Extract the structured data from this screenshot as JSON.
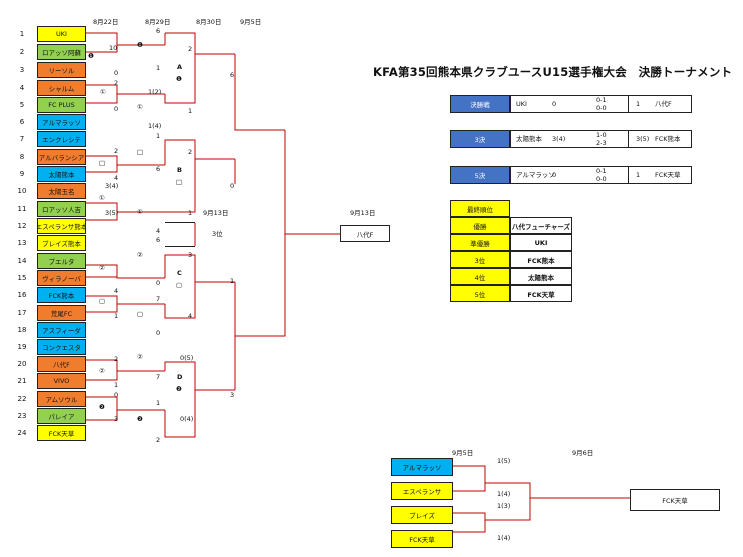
{
  "title": "KFA第35回熊本県クラブユースU15選手権大会　決勝トーナメント",
  "colors": {
    "yellow": "#ffff00",
    "green": "#92d050",
    "orange": "#f07d2d",
    "blue": "#00b0f0",
    "red": "#c00000",
    "navy": "#4472c4"
  },
  "dates": {
    "d1": "8月22日",
    "d2": "8月29日",
    "d3": "8月30日",
    "d4": "9月5日",
    "d5": "9月13日",
    "d6": "9月13日",
    "d7": "9月5日",
    "d8": "9月6日"
  },
  "teams": [
    {
      "no": "1",
      "name": "UKI",
      "color": "yellow"
    },
    {
      "no": "2",
      "name": "ロアッソ阿蘇",
      "color": "green"
    },
    {
      "no": "3",
      "name": "リーソル",
      "color": "orange"
    },
    {
      "no": "4",
      "name": "シャルム",
      "color": "orange"
    },
    {
      "no": "5",
      "name": "FC PLUS",
      "color": "green"
    },
    {
      "no": "6",
      "name": "アルマラッソ",
      "color": "blue"
    },
    {
      "no": "7",
      "name": "エンクレシテ",
      "color": "blue"
    },
    {
      "no": "8",
      "name": "アルバランシア",
      "color": "orange"
    },
    {
      "no": "9",
      "name": "太陽熊本",
      "color": "blue"
    },
    {
      "no": "10",
      "name": "太陽玉名",
      "color": "orange"
    },
    {
      "no": "11",
      "name": "ロアッソ人吉",
      "color": "green"
    },
    {
      "no": "12",
      "name": "エスペランサ熊本",
      "color": "yellow"
    },
    {
      "no": "13",
      "name": "ブレイズ熊本",
      "color": "yellow"
    },
    {
      "no": "14",
      "name": "ブエルタ",
      "color": "green"
    },
    {
      "no": "15",
      "name": "ヴィラノーバ",
      "color": "orange"
    },
    {
      "no": "16",
      "name": "FCK熊本",
      "color": "blue"
    },
    {
      "no": "17",
      "name": "荒尾FC",
      "color": "orange"
    },
    {
      "no": "18",
      "name": "アスフィーダ",
      "color": "blue"
    },
    {
      "no": "19",
      "name": "コンクエスタ",
      "color": "blue"
    },
    {
      "no": "20",
      "name": "八代F",
      "color": "orange"
    },
    {
      "no": "21",
      "name": "VIVO",
      "color": "orange"
    },
    {
      "no": "22",
      "name": "アムソウル",
      "color": "orange"
    },
    {
      "no": "23",
      "name": "パレイア",
      "color": "green"
    },
    {
      "no": "24",
      "name": "FCK天草",
      "color": "yellow"
    }
  ],
  "scores": {
    "s1": "10",
    "s1b": "0",
    "s2": "6",
    "s3": "2",
    "s4": "0",
    "s5": "1(2)",
    "s6": "1(4)",
    "s7": "1",
    "s8": "2",
    "s9": "6",
    "s10": "2",
    "s11": "4",
    "s12": "3(4)",
    "s13": "3(5)",
    "s14": "1",
    "s15": "4",
    "s16": "6",
    "s17": "2",
    "s18": "0",
    "s19": "3",
    "s20": "4",
    "s21": "7",
    "s22": "1",
    "s23": "4",
    "s24": "0",
    "s25": "2",
    "s26": "7",
    "s27": "1",
    "s28": "0",
    "s29": "3",
    "s30": "0(5)",
    "s31": "0(4)",
    "s32": "1",
    "s33": "2",
    "s34": "1",
    "s35": "1",
    "s36": "6",
    "s37": "0",
    "s38": "3",
    "s39": "1",
    "s40": "3",
    "s41": "0",
    "s42": "0",
    "s43": "0",
    "s44": "2",
    "s45": "0",
    "s46": "2",
    "s47": "0"
  },
  "marks": {
    "m1": "❶",
    "m2": "①",
    "m3": "□",
    "m4": "①",
    "m5": "②",
    "m6": "▢",
    "m7": "②",
    "m8": "❷"
  },
  "blocks": {
    "A": "A",
    "B": "B",
    "C": "C",
    "D": "D"
  },
  "third_label": "3位",
  "final_winner": "八代F",
  "results": [
    {
      "label": "決勝戦",
      "team1": "UKI",
      "score1": "0",
      "set": [
        "0-1",
        "0-0"
      ],
      "score2": "1",
      "team2": "八代F"
    },
    {
      "label": "3決",
      "team1": "太陽熊本",
      "score1": "3(4)",
      "set": [
        "1-0",
        "2-3"
      ],
      "score2": "3(5)",
      "team2": "FCK熊本"
    },
    {
      "label": "5決",
      "team1": "アルマラッソ",
      "score1": "0",
      "set": [
        "0-1",
        "0-0"
      ],
      "score2": "1",
      "team2": "FCK天草"
    }
  ],
  "ranking": [
    {
      "rank": "最終順位",
      "team": ""
    },
    {
      "rank": "優勝",
      "team": "八代フューチャーズ"
    },
    {
      "rank": "準優勝",
      "team": "UKI"
    },
    {
      "rank": "3位",
      "team": "FCK熊本"
    },
    {
      "rank": "4位",
      "team": "太陽熊本"
    },
    {
      "rank": "5位",
      "team": "FCK天草"
    }
  ],
  "consolation": {
    "teams": [
      "アルマラッソ",
      "エスペランサ",
      "ブレイズ",
      "FCK天草"
    ],
    "scores": [
      "1(5)",
      "1(4)",
      "1(3)",
      "1(4)"
    ],
    "winner": "FCK天草"
  }
}
